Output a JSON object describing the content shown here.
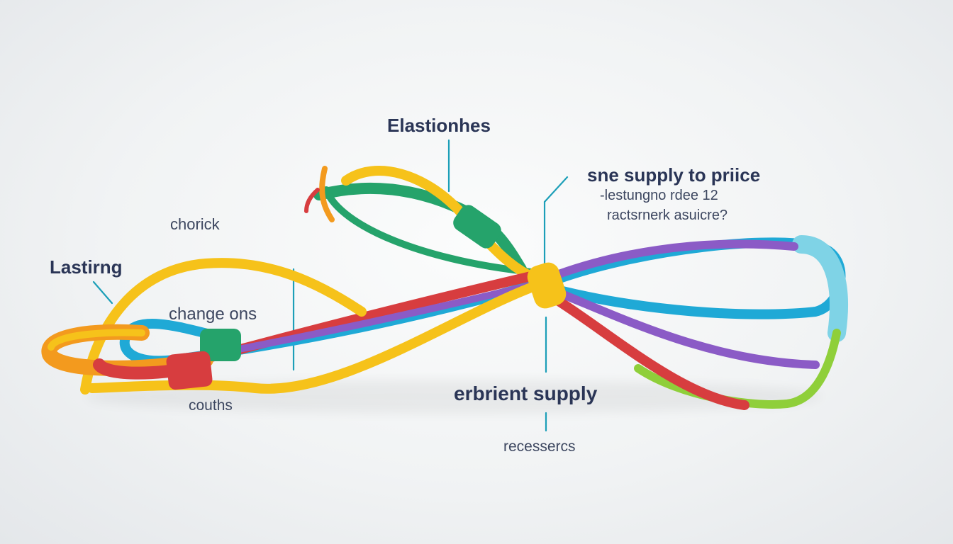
{
  "labels": {
    "top_title": "Elastionhes",
    "right_title": "sne supply to priice",
    "right_sub_1": "-lestungno rdee 12",
    "right_sub_2": "ractsrnerk asuicre?",
    "left_title": "Lastirng",
    "left_upper": "chorick",
    "left_middle": "change ons",
    "left_lower": "couths",
    "bottom_title": "erbrient supply",
    "bottom_sub": "recessercs"
  },
  "colors": {
    "text_dark": "#2a3556",
    "text_mid": "#3d4760",
    "leader_line": "#1c9fb8",
    "band_yellow": "#f6c21a",
    "band_orange": "#f39a1e",
    "band_red": "#d73d3f",
    "band_green": "#25a36b",
    "band_purple": "#8b5bc6",
    "band_blue": "#1fa9d6",
    "band_lightblue": "#7fd3e6",
    "band_lime": "#8fcf3a"
  },
  "icons": {
    "bands": "elastic-bands-illustration"
  }
}
